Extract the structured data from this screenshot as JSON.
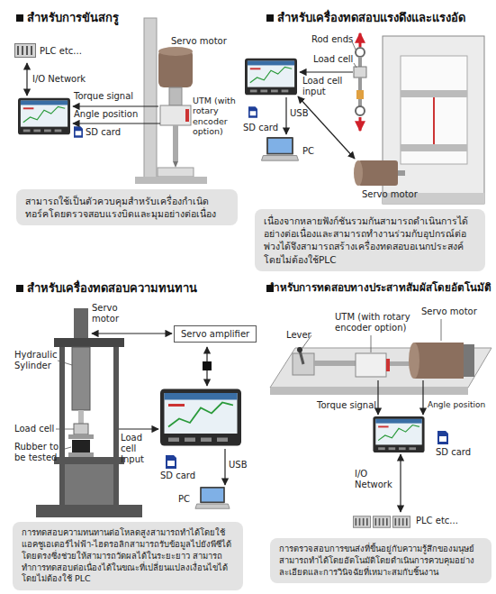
{
  "diagram": {
    "nodes": [
      {
        "text": [
          "สามารถใช้เป็นตัวควบคุมสำหรับเครื่องกำเนิดทอร์คโดยตรวจสอบแรงบิดและมุมอย่างต่อเนื่อง"
        ]
      },
      {
        "text": [
          "เนื่องจากหลายฟังก์ชันรวมกันสามารถดำเนินการได้อย่างต่อเนื่องและสามารถทำงานร่วมกับอุปกรณ์ต่อพ่วงได้จึงสามารถสร้างเครื่องทดสอบอเนกประสงค์โดยไม่ต้องใช้PLC"
        ]
      },
      {
        "text": [
          "Servo amplifier"
        ]
      },
      {
        "text": [
          "การทดสอบความทนทานต่อโหลดสูงสามารถทำได้โดยใช้แอคชูเอเตอร์ไฟฟ้า-ไฮดรอลิกสามารถรับข้อมูลไปยังพีซีได้โดยตรงซึ่งช่วยให้สามารถวัดผลได้ในระยะยาว สามารถทำการทดสอบต่อเนื่องได้ในขณะที่เปลี่ยนแปลงเงื่อนไขได้โดยไม่ต้องใช้ PLC"
        ]
      },
      {
        "text": [
          "การตรวจสอบการขนส่งที่ขึ้นอยู่กับความรู้สึกของมนุษย์สามารถทำได้โดยอัตโนมัติโดยดำเนินการควบคุมอย่างละเอียดและการวินิจฉัยที่เหมาะสมกับชิ้นงาน"
        ]
      }
    ],
    "labels": [
      "สำหรับการขันสกรู",
      "PLC etc...",
      "I/O Network",
      "Torque signal",
      "Angle position",
      "Servo motor",
      "UTM (with rotary encoder option)",
      "SD card",
      "สำหรับเครื่องทดสอบแรงดึงและแรงอัด",
      "Rod ends",
      "Load cell input",
      "Load cell",
      "SD card",
      "USB",
      "PC",
      "Servo motor",
      "สำหรับเครื่องทดสอบความทนทาน",
      "Servo motor",
      "Hydraulic Sylinder",
      "Load cell",
      "Load cell Input",
      "Rubber to be tested",
      "SD card",
      "USB",
      "PC",
      "สำหรับการทดสอบทางประสาทสัมผัสโดยอัตโนมัติ",
      "Lever",
      "UTM (with rotary encoder option)",
      "Servo motor",
      "Torque signal",
      "Angle position",
      "SD card",
      "I/O Network",
      "PLC etc..."
    ]
  }
}
